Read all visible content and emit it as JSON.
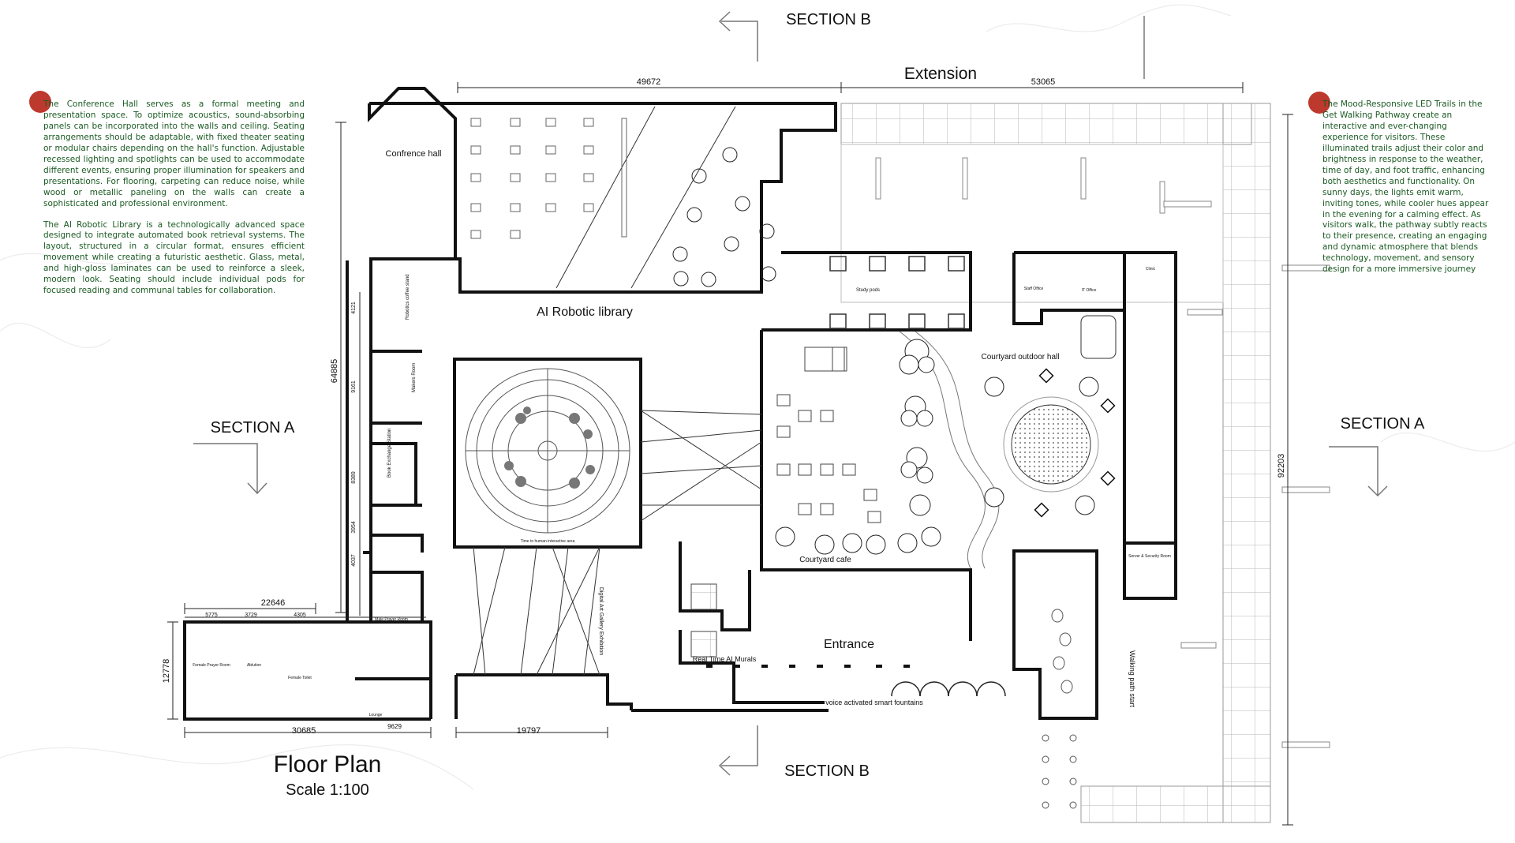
{
  "notes": {
    "left_p1": "The Conference Hall serves as a formal meeting and presentation space. To optimize acoustics, sound-absorbing panels can be incorporated into the walls and ceiling. Seating arrangements should be adaptable, with fixed theater seating or modular chairs depending on the hall's function. Adjustable recessed lighting and spotlights can be used to accommodate different events, ensuring proper illumination for speakers and presentations. For flooring, carpeting can reduce noise, while wood or metallic paneling on the walls can create a sophisticated and professional environment.",
    "left_p2": "The AI Robotic Library is a technologically advanced space designed to integrate automated book retrieval systems. The layout, structured in a circular format, ensures efficient movement while creating a futuristic aesthetic. Glass, metal, and high-gloss laminates can be used to reinforce a sleek, modern look. Seating should include individual pods for focused reading and communal tables for collaboration.",
    "right": "The Mood-Responsive LED Trails in the Get Walking Pathway create an interactive and ever-changing experience for visitors. These illuminated trails adjust their color and brightness in response to the weather, time of day, and foot traffic, enhancing both aesthetics and functionality. On sunny days, the lights emit warm, inviting tones, while cooler hues appear in the evening for a calming effect. As visitors walk, the pathway subtly reacts to their presence, creating an engaging and dynamic atmosphere that blends technology, movement, and sensory design for a more immersive journey"
  },
  "sections": {
    "b_top": "SECTION B",
    "b_bottom": "SECTION B",
    "a_left": "SECTION A",
    "a_right": "SECTION A"
  },
  "labels": {
    "extension": "Extension",
    "conference_hall": "Confrence hall",
    "ai_library": "AI Robotic library",
    "study_pods": "Study pods",
    "robotic_coffee": "Robotics coffee stand",
    "makers_room": "Makers Room",
    "book_exchange": "Book Exchange Station",
    "male_prayer": "Male Prayer Room",
    "female_prayer": "Female Prayer Room",
    "ablution": "Ablution",
    "female_toilet": "Female Toilet",
    "lounge": "Lounge",
    "time_to_human": "Time to human interactive area",
    "digital_gallery": "Digital Art Gallery Exhibition",
    "real_time_murals": "Real Time AI Murals",
    "entrance": "Entrance",
    "fountains": "voice activated smart fountains",
    "courtyard_cafe": "Courtyard  cafe",
    "courtyard_hall": "Courtyard  outdoor hall",
    "staff_office": "Staff Office",
    "it_office": "IT Office",
    "clinic": "Clinic",
    "server_room": "Server & Security Room",
    "walking_path": "Walking path start"
  },
  "dimensions": {
    "top_left": "49672",
    "top_right": "53065",
    "left_vertical": "64885",
    "right_vertical": "92203",
    "wing_top": "22646",
    "wing_left": "12778",
    "wing_bottom": "30685",
    "wing_bottom_sub": "9629",
    "entrance_bottom": "19797",
    "d_5775": "5775",
    "d_3729": "3729",
    "d_4305": "4305",
    "d_4121": "4121",
    "d_9161": "9161",
    "d_8389": "8389",
    "d_3954": "3954",
    "d_4037": "4037"
  },
  "title": {
    "main": "Floor Plan",
    "scale": "Scale 1:100"
  },
  "colors": {
    "wall": "#111111",
    "note_text": "#1a5a22",
    "marker": "#b7281c",
    "hatch": "#9a9a9a"
  }
}
